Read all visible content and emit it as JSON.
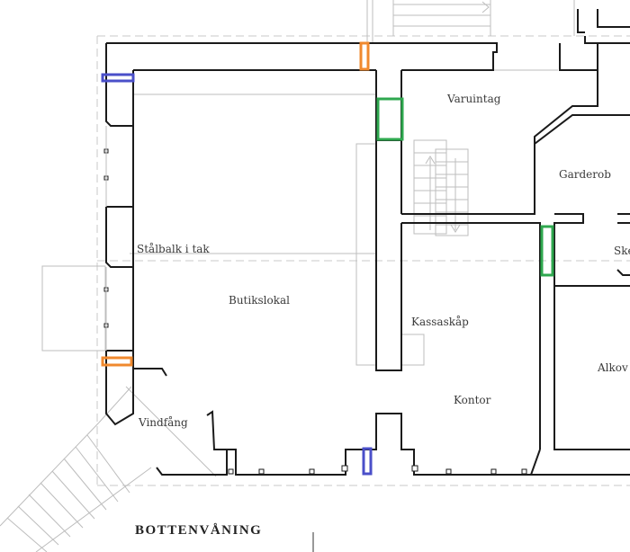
{
  "title": "BOTTENVÅNING",
  "rooms": {
    "varuintag": "Varuintag",
    "garderob": "Garderob",
    "skafferi": "Ske",
    "stalbalk": "Stålbalk i tak",
    "butikslokal": "Butikslokal",
    "kassaskap": "Kassaskåp",
    "alkov": "Alkov",
    "kontor": "Kontor",
    "vindfang": "Vindfång"
  },
  "colors": {
    "orange_marker": "#f0892e",
    "blue_marker": "#4a4fc9",
    "green_marker": "#2fa84f",
    "wall": "#1a1a1a",
    "guide_line": "#c8c8c8"
  }
}
